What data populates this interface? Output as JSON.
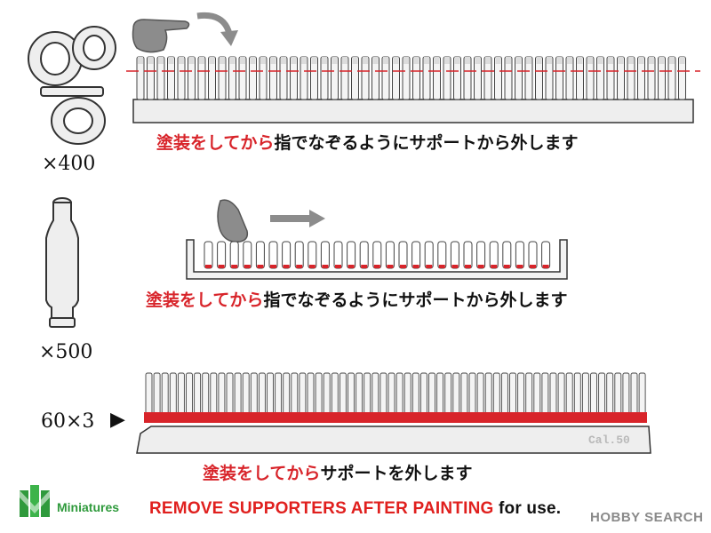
{
  "section1": {
    "quantity": "×400",
    "caption_red": "塗装をしてから",
    "caption_black": "指でなぞるようにサポートから外します"
  },
  "section2": {
    "quantity": "×500",
    "caption_red": "塗装をしてから",
    "caption_black": "指でなぞるようにサポートから外します"
  },
  "section3": {
    "quantity": "60×3",
    "arrow": "▶",
    "stamp": "Cal.50",
    "caption_red": "塗装をしてから",
    "caption_black": "サポートを外します"
  },
  "footer": {
    "logo_text": "Miniatures",
    "banner_main": "REMOVE SUPPORTERS AFTER PAINTING",
    "banner_tail": "for use.",
    "watermark": "HOBBY SEARCH"
  },
  "colors": {
    "accent_red": "#d8242a",
    "logo_green": "#2f9a3c",
    "part_gray": "#e6e6e6",
    "outline": "#333333"
  }
}
